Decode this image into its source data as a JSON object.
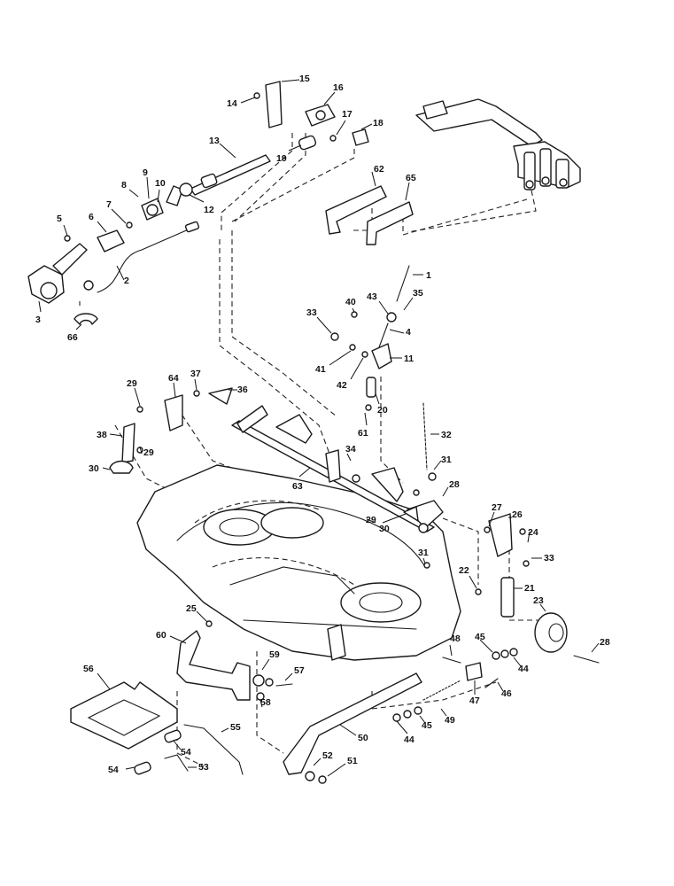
{
  "diagram": {
    "type": "exploded-parts-view",
    "callouts": [
      "1",
      "2",
      "3",
      "4",
      "5",
      "6",
      "7",
      "8",
      "9",
      "10",
      "11",
      "12",
      "13",
      "14",
      "15",
      "16",
      "17",
      "18",
      "19",
      "20",
      "21",
      "22",
      "23",
      "24",
      "25",
      "26",
      "27",
      "28",
      "28",
      "29",
      "29",
      "29",
      "30",
      "30",
      "31",
      "31",
      "32",
      "33",
      "33",
      "34",
      "35",
      "36",
      "37",
      "38",
      "40",
      "41",
      "42",
      "43",
      "44",
      "44",
      "45",
      "45",
      "46",
      "47",
      "48",
      "49",
      "50",
      "51",
      "52",
      "53",
      "54",
      "54",
      "55",
      "56",
      "57",
      "58",
      "59",
      "60",
      "61",
      "62",
      "63",
      "64",
      "65",
      "66"
    ]
  }
}
